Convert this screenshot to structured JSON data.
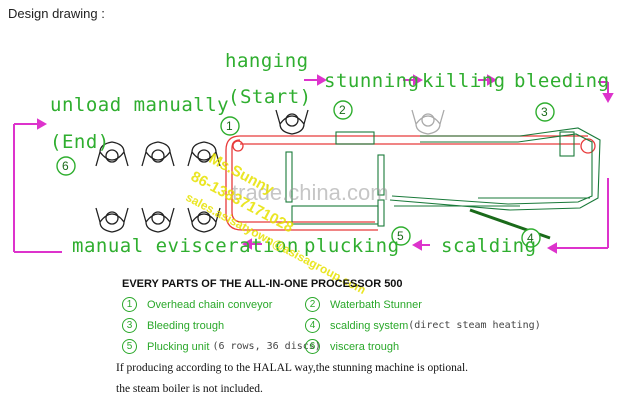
{
  "header": "Design drawing :",
  "stages": {
    "hanging": "hanging",
    "start": "(Start)",
    "stunning": "stunning",
    "killing": "killing",
    "bleeding": "bleeding",
    "unload": "unload manually",
    "end": "(End)",
    "evisceration": "manual evisceration",
    "plucking": "plucking",
    "scalding": "scalding"
  },
  "markers": [
    "1",
    "2",
    "3",
    "4",
    "5",
    "6"
  ],
  "legend": {
    "title": "EVERY PARTS OF THE ALL-IN-ONE PROCESSOR  500",
    "items": [
      {
        "num": "1",
        "label": "Overhead chain conveyor",
        "extra": ""
      },
      {
        "num": "2",
        "label": "Waterbath Stunner",
        "extra": ""
      },
      {
        "num": "3",
        "label": "Bleeding trough",
        "extra": ""
      },
      {
        "num": "4",
        "label": "scalding system",
        "extra": "(direct steam heating)"
      },
      {
        "num": "5",
        "label": "Plucking unit",
        "extra": "(6 rows, 36 discs)"
      },
      {
        "num": "6",
        "label": "viscera trough",
        "extra": ""
      }
    ]
  },
  "notes": [
    "If producing according to the HALAL way,the stunning machine is optional.",
    "the steam boiler is not included."
  ],
  "watermarks": {
    "site": "trade.china.com",
    "lines": [
      "Ms.Sunny",
      "86-13837171028",
      "sales.asisatyown@asisagroup.com"
    ]
  },
  "colors": {
    "stage_text": "#2fae2f",
    "arrow": "#dd33cc",
    "conveyor": "#e83a3a",
    "machine": "#1a7a3a",
    "watermark_yellow": "#e7e200"
  }
}
